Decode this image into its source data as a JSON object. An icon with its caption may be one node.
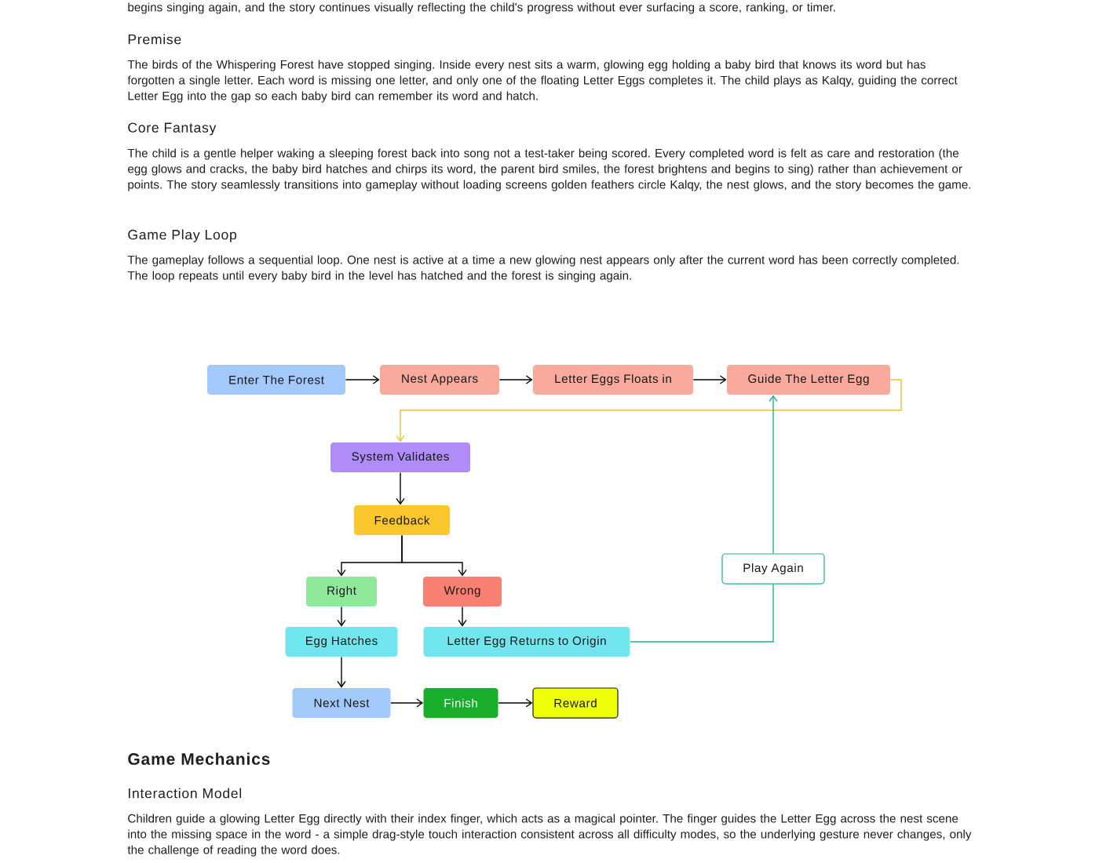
{
  "diagram": {
    "nodes": [
      {
        "text": [
          "Enter The Forest"
        ]
      },
      {
        "text": [
          "Nest Appears"
        ]
      },
      {
        "text": [
          "Letter Eggs Floats in"
        ]
      },
      {
        "text": [
          "Guide The Letter Egg"
        ]
      },
      {
        "text": [
          "System Validates"
        ]
      },
      {
        "text": [
          "Feedback"
        ]
      },
      {
        "text": [
          "Right"
        ]
      },
      {
        "text": [
          "Wrong"
        ]
      },
      {
        "text": [
          "Egg Hatches"
        ]
      },
      {
        "text": [
          "Letter Egg Returns to Origin"
        ]
      },
      {
        "text": [
          "Next Nest"
        ]
      },
      {
        "text": [
          "Finish"
        ]
      },
      {
        "text": [
          "Reward"
        ]
      },
      {
        "text": [
          "Play Again"
        ]
      }
    ],
    "edges": [
      {
        "from": 0,
        "to": 1,
        "arrow": "to"
      },
      {
        "from": 1,
        "to": 2,
        "arrow": "to"
      },
      {
        "from": 2,
        "to": 3,
        "arrow": "to"
      },
      {
        "from": 3,
        "to": 4,
        "arrow": "to",
        "color": "#f5bf2a"
      },
      {
        "from": 4,
        "to": 5,
        "arrow": "to"
      },
      {
        "from": 5,
        "to": 6,
        "arrow": "to"
      },
      {
        "from": 5,
        "to": 7,
        "arrow": "to"
      },
      {
        "from": 6,
        "to": 8,
        "arrow": "to"
      },
      {
        "from": 7,
        "to": 9,
        "arrow": "to"
      },
      {
        "from": 8,
        "to": 10,
        "arrow": "to"
      },
      {
        "from": 10,
        "to": 11,
        "arrow": "to"
      },
      {
        "from": 11,
        "to": 12,
        "arrow": "to"
      },
      {
        "from": 9,
        "to": 13,
        "arrow": "none",
        "color": "#1db48a"
      },
      {
        "from": 13,
        "to": 3,
        "arrow": "to",
        "color": "#1db48a"
      }
    ],
    "labels": [
      "begins singing again, and the story continues visually reflecting the child's progress without ever surfacing a score, ranking, or timer.",
      "Premise",
      "The birds of the Whispering Forest have stopped singing. Inside every nest sits a warm, glowing egg holding a baby bird that knows its word but has forgotten a single letter. Each word is missing one letter, and only one of the floating Letter Eggs completes it. The child plays as Kalqy, guiding the correct Letter Egg into the gap so each baby bird can remember its word and hatch.",
      "Core Fantasy",
      "The child is a gentle helper waking a sleeping forest back into song not a test-taker being scored. Every completed word is felt as care and restoration (the egg glows and cracks, the baby bird hatches and chirps its word, the parent bird smiles, the forest brightens and begins to sing) rather than achievement or points. The story seamlessly transitions into gameplay without loading screens golden feathers circle Kalqy, the nest glows, and the story becomes the game.",
      "Game Play Loop",
      "The gameplay follows a sequential loop. One nest is active at a time a new glowing nest appears only after the current word has been correctly completed. The loop repeats until every baby bird in the level has hatched and the forest is singing again.",
      "Game Mechanics",
      "Interaction Model",
      "Children guide a glowing Letter Egg directly with their index finger, which acts as a magical pointer. The finger guides the Letter Egg across the nest scene into the missing space in the word - a simple drag-style touch interaction consistent across all difficulty modes, so the underlying gesture never changes, only the challenge of reading the word does."
    ]
  }
}
